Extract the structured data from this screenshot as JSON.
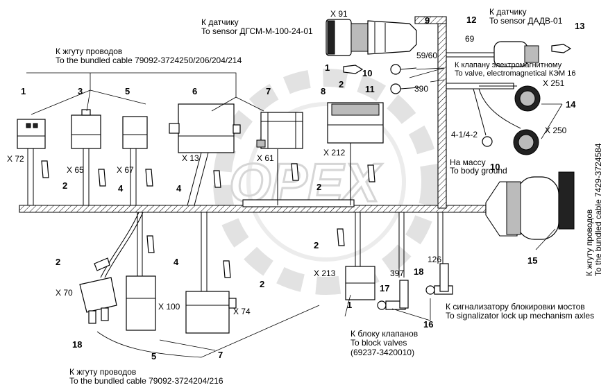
{
  "watermark": "OPEX",
  "labels": {
    "sensor_dgsm_ru": "К датчику",
    "sensor_dgsm_en": "To sensor ДГСМ-М-100-24-01",
    "sensor_dadv_ru": "К датчику",
    "sensor_dadv_en": "To sensor ДАДВ-01",
    "harness_top_ru": "К жгуту проводов",
    "harness_top_en": "To the bundled cable 79092-3724250/206/204/214",
    "valve_ru": "К клапану электромагнитному",
    "valve_en": "To valve, electromagnetical КЭМ 16",
    "ground_ru": "На массу",
    "ground_en": "To body ground",
    "harness_right_ru": "К жгуту проводов",
    "harness_right_en": "To the bundled cable 7429-3724584",
    "signal_ru": "К сигнализатору блокировки мостов",
    "signal_en": "To signalizator lock up mechanism axles",
    "block_ru": "К блоку клапанов",
    "block_en": "To block valves",
    "block_code": "(69237-3420010)",
    "harness_bottom_ru": "К жгуту проводов",
    "harness_bottom_en": "To the bundled cable 79092-3724204/216"
  },
  "connectors": {
    "x91": "X 91",
    "x72": "X 72",
    "x65": "X 65",
    "x67": "X 67",
    "x13": "X 13",
    "x61": "X 61",
    "x212": "X 212",
    "x251": "X 251",
    "x250": "X 250",
    "x70": "X 70",
    "x100": "X 100",
    "x74": "X 74",
    "x213": "X 213"
  },
  "wire_marks": {
    "w69": "69",
    "w5960": "59/60",
    "w390": "390",
    "w412": "4-1/4-2",
    "w397": "397",
    "w126": "126"
  },
  "callouts": {
    "n9": "9",
    "n12": "12",
    "n13": "13",
    "n1a": "1",
    "n2a": "2",
    "n10a": "10",
    "n11": "11",
    "n1b": "1",
    "n3": "3",
    "n5a": "5",
    "n6": "6",
    "n7a": "7",
    "n8": "8",
    "n14": "14",
    "n2b": "2",
    "n4a": "4",
    "n4b": "4",
    "n2c": "2",
    "n10b": "10",
    "n15": "15",
    "n2d": "2",
    "n2e": "2",
    "n4c": "4",
    "n2f": "2",
    "n18a": "18",
    "n17": "17",
    "n1c": "1",
    "n16": "16",
    "n18b": "18",
    "n5b": "5",
    "n7b": "7"
  }
}
